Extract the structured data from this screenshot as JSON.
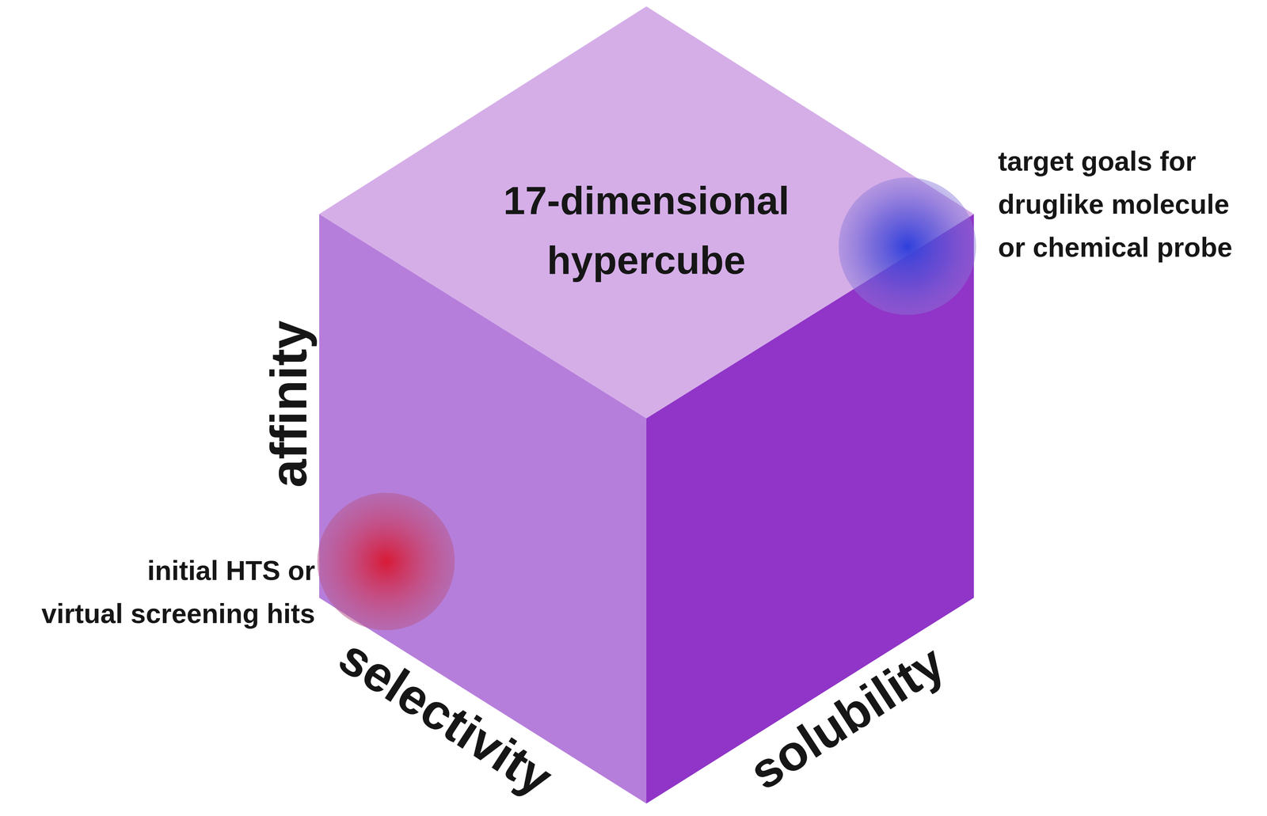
{
  "diagram": {
    "nodes": [
      {
        "text": [
          "17-dimensional hypercube"
        ]
      }
    ],
    "labels": [
      "target goals for druglike molecule or chemical probe",
      "affinity",
      "initial HTS or virtual screening hits",
      "selectivity",
      "solubility"
    ]
  }
}
